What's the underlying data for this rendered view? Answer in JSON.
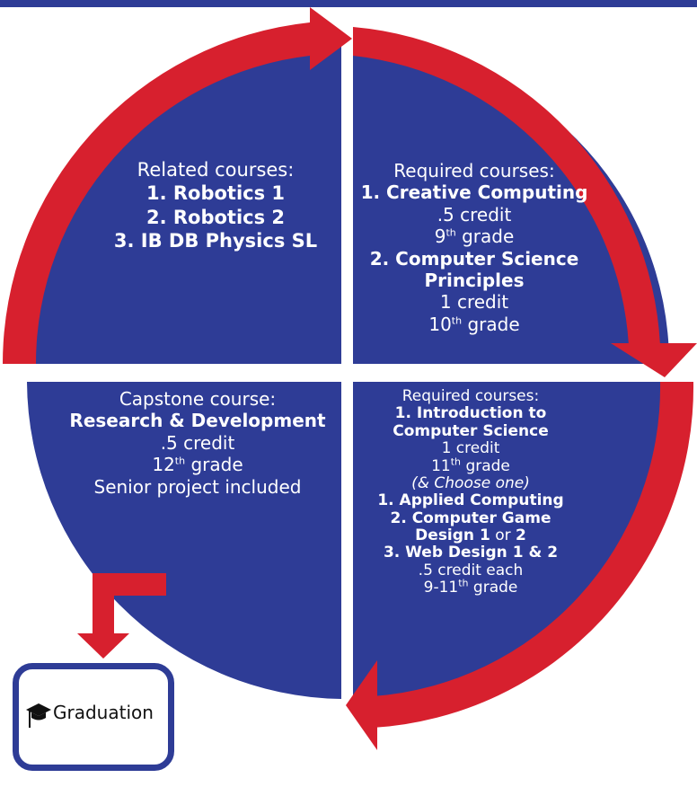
{
  "colors": {
    "blue": "#2E3C96",
    "red": "#D7202E",
    "white": "#FFFFFF",
    "border": "#2E3C96"
  },
  "header_bar": true,
  "quadrants": {
    "top_left": {
      "heading": "Related courses:",
      "items": [
        "1. Robotics 1",
        "2. Robotics 2",
        "3. IB DB Physics SL"
      ]
    },
    "top_right": {
      "heading": "Required courses:",
      "item1": "1. Creative Computing",
      "item1_credit": ".5 credit",
      "item1_grade_num": "9",
      "item1_grade_sup": "th",
      "item1_grade_word": "grade",
      "item2_line1": "2. Computer Science",
      "item2_line2": "Principles",
      "item2_credit": "1 credit",
      "item2_grade_num": "10",
      "item2_grade_sup": "th",
      "item2_grade_word": "grade"
    },
    "bottom_left": {
      "heading": "Capstone course:",
      "course": "Research & Development",
      "credit": ".5 credit",
      "grade_num": "12",
      "grade_sup": "th",
      "grade_word": "grade",
      "note": "Senior project included"
    },
    "bottom_right": {
      "heading": "Required courses:",
      "item1_line1": "1. Introduction to",
      "item1_line2": "Computer Science",
      "item1_credit": "1 credit",
      "item1_grade_num": "11",
      "item1_grade_sup": "th",
      "item1_grade_word": "grade",
      "choose": "(& Choose one)",
      "opt1": "1. Applied Computing",
      "opt2_line1": "2. Computer Game",
      "opt2_line2_a": "Design 1",
      "opt2_line2_b": "or",
      "opt2_line2_c": "2",
      "opt3": "3. Web Design 1 & 2",
      "opt_credit": ".5 credit each",
      "opt_grade_num": "9-11",
      "opt_grade_sup": "th",
      "opt_grade_word": "grade"
    }
  },
  "graduation": {
    "label": "Graduation",
    "icon": "graduation-cap-icon"
  }
}
